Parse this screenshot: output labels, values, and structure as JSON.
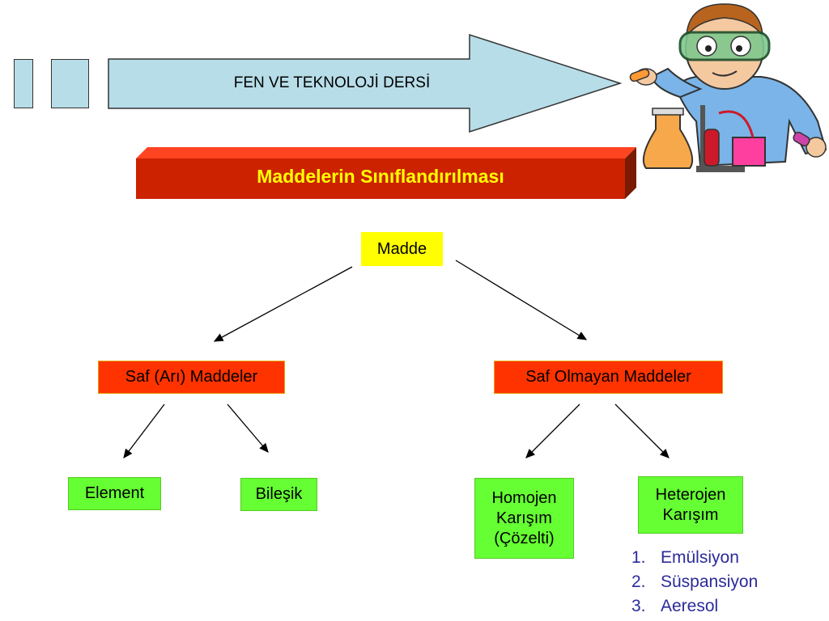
{
  "header": {
    "banner_text": "FEN VE TEKNOLOJİ DERSİ",
    "subtitle": "Maddelerin Sınıflandırılması"
  },
  "diagram": {
    "root": "Madde",
    "level1": {
      "left": "Saf (Arı) Maddeler",
      "right": "Saf Olmayan Maddeler"
    },
    "level2": {
      "element": "Element",
      "bilesik": "Bileşik",
      "homojen": [
        "Homojen",
        "Karışım",
        "(Çözelti)"
      ],
      "heterojen": [
        "Heterojen",
        "Karışım"
      ]
    },
    "heterojen_list": [
      {
        "num": "1.",
        "label": "Emülsiyon"
      },
      {
        "num": "2.",
        "label": "Süspansiyon"
      },
      {
        "num": "3.",
        "label": "Aeresol"
      }
    ]
  },
  "colors": {
    "banner": "#b7dde8",
    "subtitle_bar": "#cc2200",
    "root_box": "#ffff00",
    "level1_box": "#ff3300",
    "level2_box": "#66ff33",
    "list_text": "#2b2b9a"
  },
  "illustration": "scientist-with-flasks"
}
